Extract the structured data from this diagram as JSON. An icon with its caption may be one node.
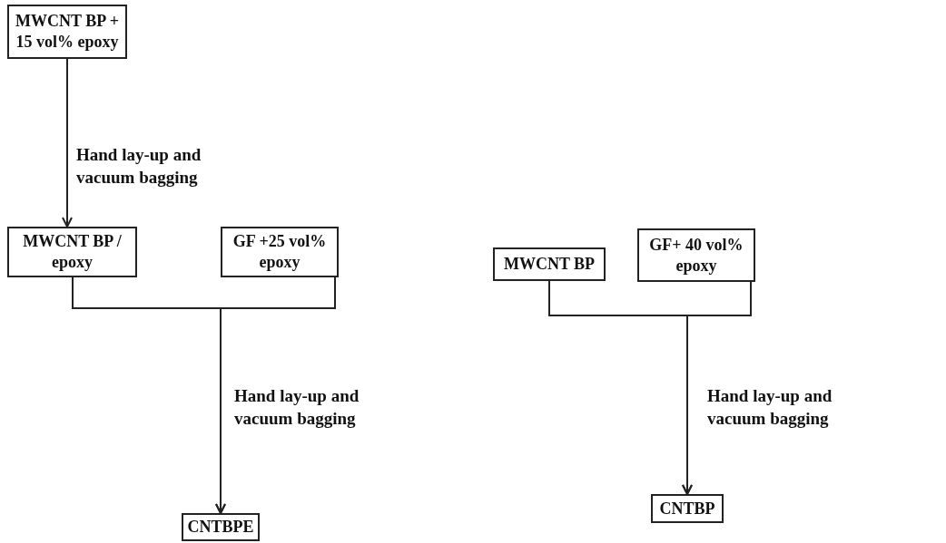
{
  "diagram": {
    "nodes": [
      {
        "text": [
          "MWCNT BP + 15 vol% epoxy"
        ]
      },
      {
        "text": [
          "MWCNT BP / epoxy"
        ]
      },
      {
        "text": [
          "GF +25 vol% epoxy"
        ]
      },
      {
        "text": [
          "CNTBPE"
        ]
      },
      {
        "text": [
          "MWCNT BP"
        ]
      },
      {
        "text": [
          "GF+ 40 vol% epoxy"
        ]
      },
      {
        "text": [
          "CNTBP"
        ]
      }
    ],
    "edges": [
      {
        "from": 0,
        "to": 1,
        "arrow": "to",
        "label": "Hand lay-up and vacuum bagging"
      },
      {
        "from": 1,
        "to": 3,
        "arrow": "to",
        "label": "Hand lay-up and vacuum bagging"
      },
      {
        "from": 2,
        "to": 3,
        "arrow": "to"
      },
      {
        "from": 4,
        "to": 6,
        "arrow": "to",
        "label": "Hand lay-up and vacuum bagging"
      },
      {
        "from": 5,
        "to": 6,
        "arrow": "to"
      }
    ]
  }
}
